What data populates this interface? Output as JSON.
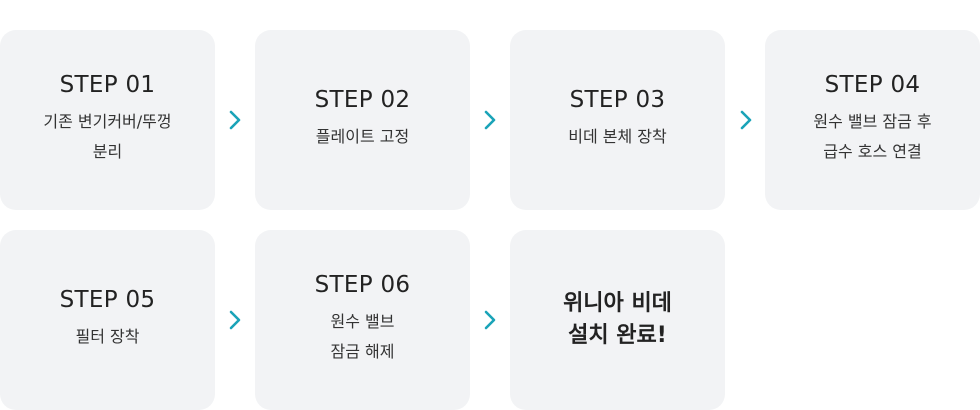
{
  "steps": [
    {
      "label": "STEP 01",
      "lines": [
        "기존 변기커버/뚜껑",
        "분리"
      ]
    },
    {
      "label": "STEP 02",
      "lines": [
        "플레이트 고정"
      ]
    },
    {
      "label": "STEP 03",
      "lines": [
        "비데 본체 장착"
      ]
    },
    {
      "label": "STEP 04",
      "lines": [
        "원수 밸브 잠금 후",
        "급수 호스 연결"
      ]
    },
    {
      "label": "STEP 05",
      "lines": [
        "필터 장착"
      ]
    },
    {
      "label": "STEP 06",
      "lines": [
        "원수 밸브",
        "잠금 해제"
      ]
    }
  ],
  "final": {
    "lines": [
      "위니아 비데",
      "설치 완료!"
    ]
  },
  "colors": {
    "card_bg": "#f2f3f5",
    "arrow": "#1aa3b8",
    "text": "#222222"
  },
  "icons": {
    "arrow": "chevron-right-icon"
  }
}
